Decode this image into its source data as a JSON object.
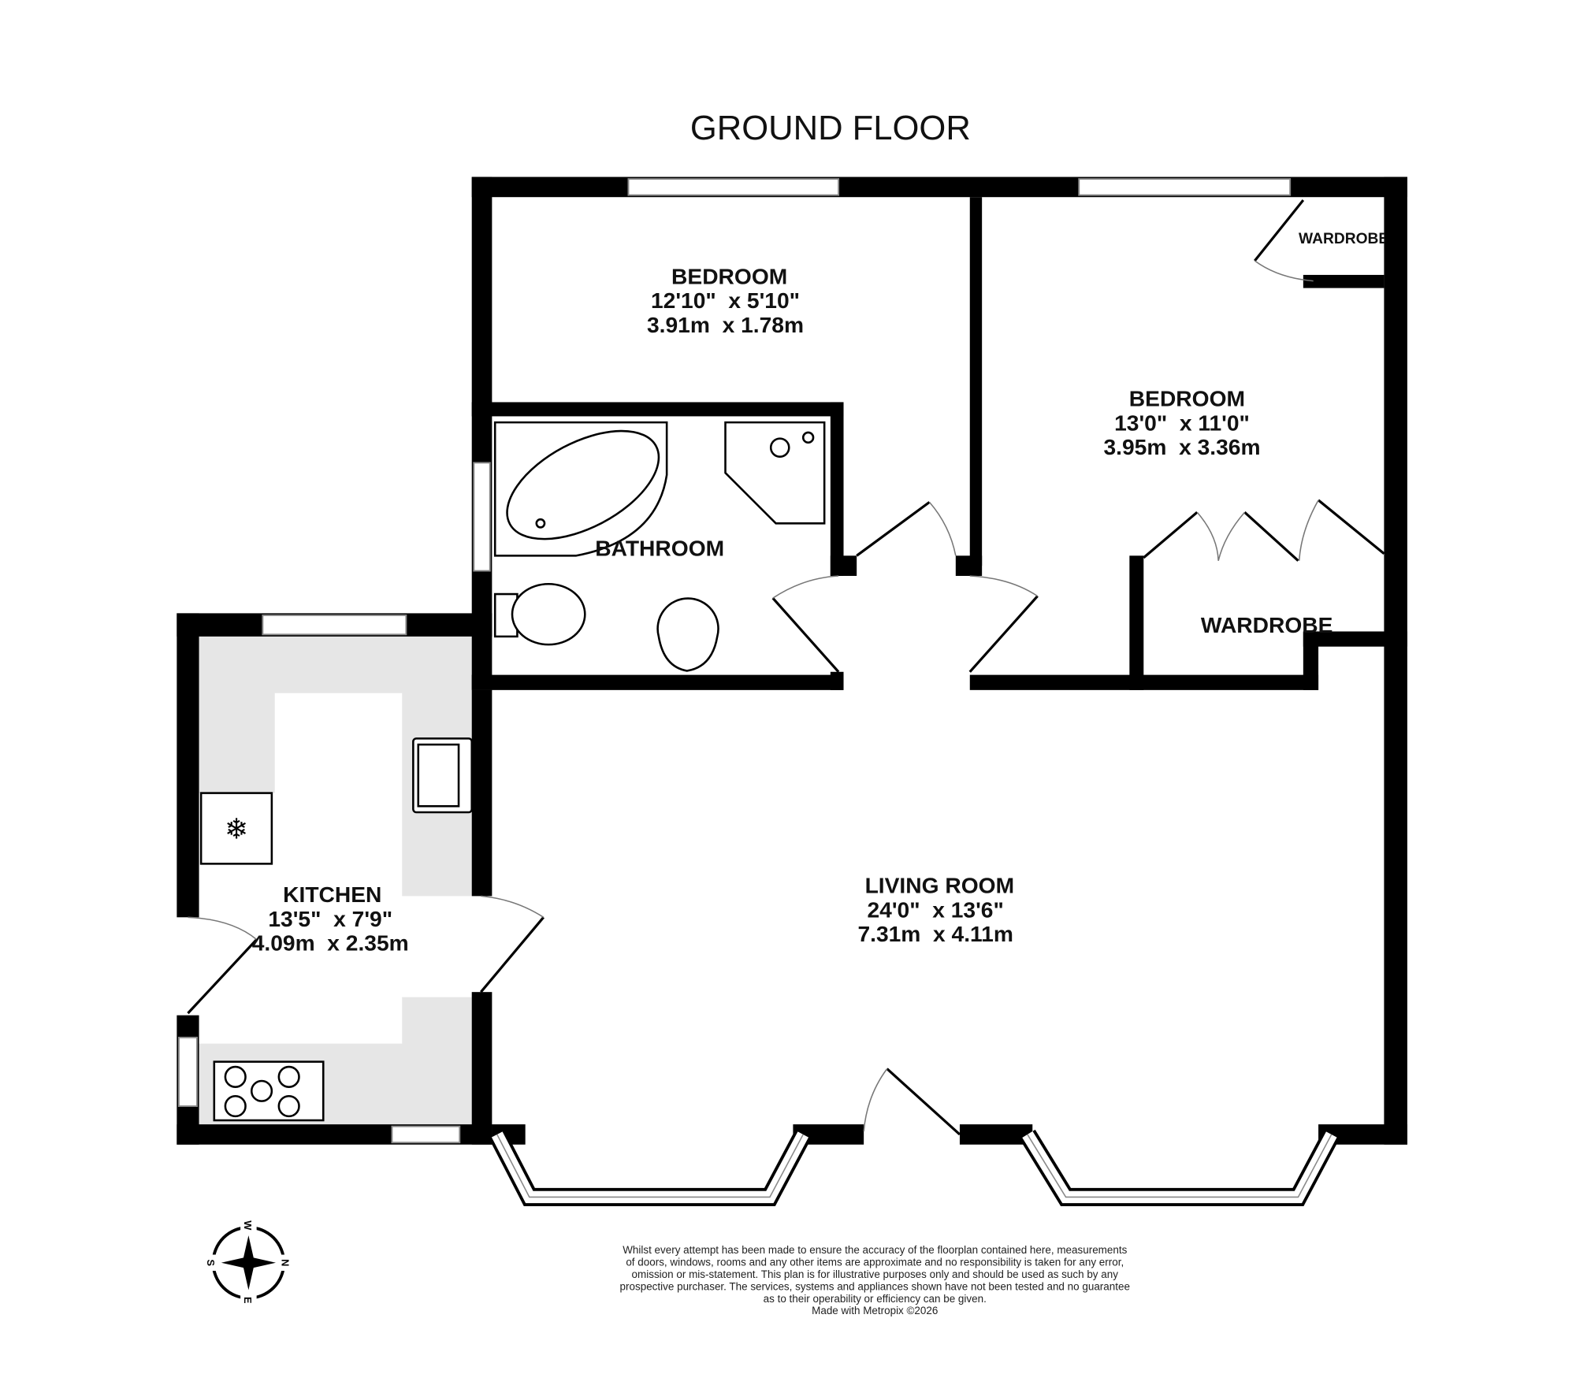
{
  "title": "GROUND FLOOR",
  "rooms": {
    "bedroom1": {
      "name": "BEDROOM",
      "imperial": "12'10\"  x 5'10\"",
      "metric": "3.91m  x 1.78m"
    },
    "bedroom2": {
      "name": "BEDROOM",
      "imperial": "13'0\"  x 11'0\"",
      "metric": "3.95m  x 3.36m"
    },
    "bathroom": {
      "name": "BATHROOM"
    },
    "kitchen": {
      "name": "KITCHEN",
      "imperial": "13'5\"  x 7'9\"",
      "metric": "4.09m  x 2.35m"
    },
    "living": {
      "name": "LIVING ROOM",
      "imperial": "24'0\"  x 13'6\"",
      "metric": "7.31m  x 4.11m"
    },
    "wardrobe_small": {
      "name": "WARDROBE"
    },
    "wardrobe_large": {
      "name": "WARDROBE"
    }
  },
  "colors": {
    "wall": "#000000",
    "counter": "#e6e6e6",
    "window_line": "#888888"
  },
  "compass": {
    "n": "N",
    "s": "S",
    "e": "E",
    "w": "W"
  },
  "disclaimer": [
    "Whilst every attempt has been made to ensure the accuracy of the floorplan contained here, measurements",
    "of doors, windows, rooms and any other items are approximate and no responsibility is taken for any error,",
    "omission or mis-statement. This plan is for illustrative purposes only and should be used as such by any",
    "prospective purchaser. The services, systems and appliances shown have not been tested and no guarantee",
    "as to their operability or efficiency can be given."
  ],
  "made_with": "Made with Metropix ©2026"
}
